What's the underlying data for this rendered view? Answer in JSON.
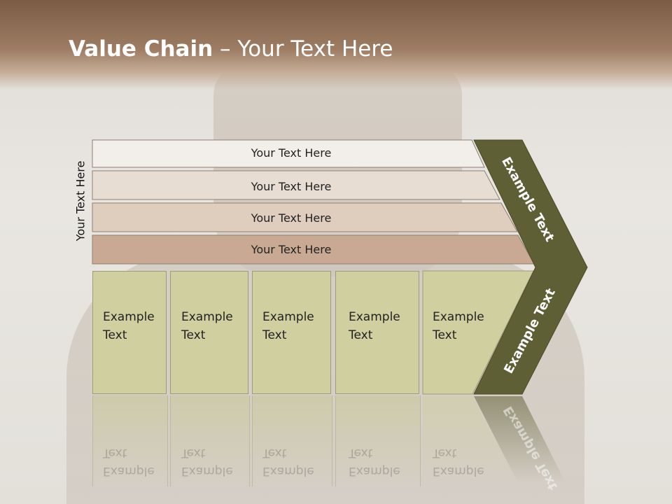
{
  "title": {
    "bold": "Value Chain",
    "rest": " – Your Text Here"
  },
  "side_label": "Your Text Here",
  "bars": [
    "Your Text Here",
    "Your Text Here",
    "Your Text Here",
    "Your Text Here"
  ],
  "boxes": [
    {
      "line1": "Example",
      "line2": "Text"
    },
    {
      "line1": "Example",
      "line2": "Text"
    },
    {
      "line1": "Example",
      "line2": "Text"
    },
    {
      "line1": "Example",
      "line2": "Text"
    },
    {
      "line1": "Example",
      "line2": "Text"
    }
  ],
  "chevron": {
    "upper": "Example Text",
    "lower": "Example Text"
  },
  "colors": {
    "bar_fills": [
      "#f2efea",
      "#e8ddd3",
      "#dfcdbe",
      "#c9a993"
    ],
    "box_fill": "#cfcf9f",
    "chevron_fill": "#5e5f34",
    "title_band": "#8b6a51"
  }
}
